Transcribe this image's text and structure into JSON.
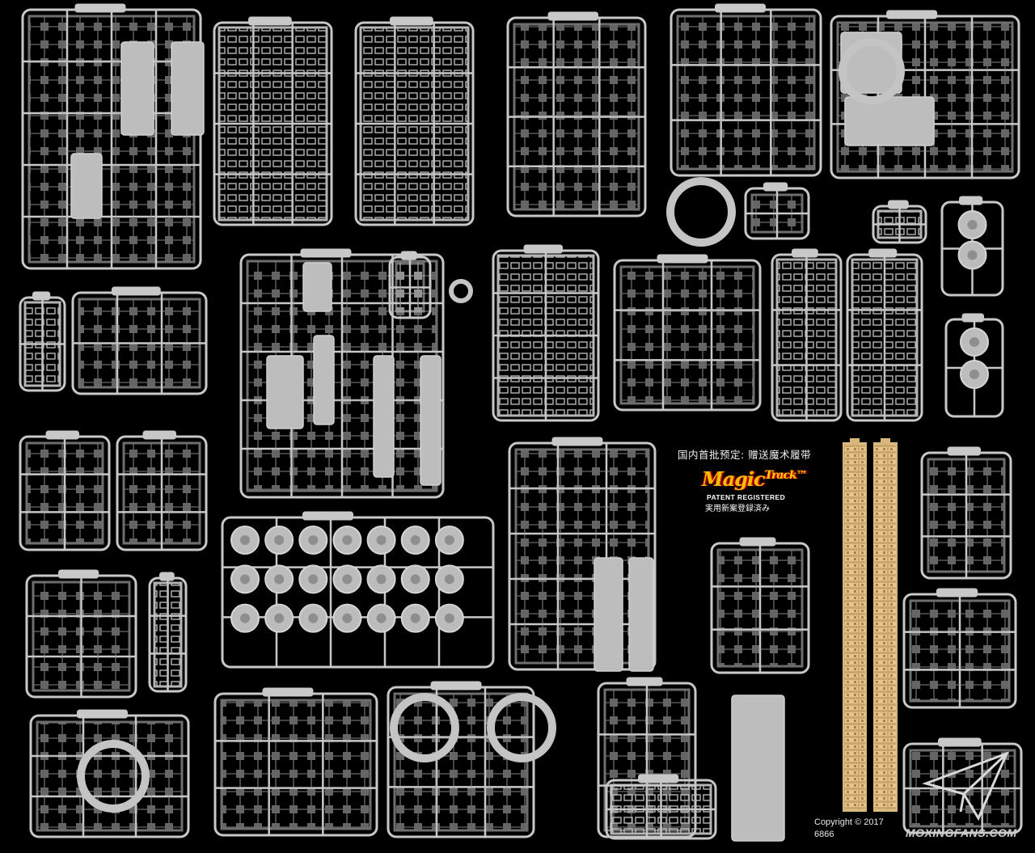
{
  "scene": {
    "subject": "Photograph of plastic model kit sprues (grey runners) laid out on black background, with two tan track runners",
    "background_color": "#000000",
    "sprue_color": "#c8c8c8",
    "track_color": "#d9b77c"
  },
  "promo": {
    "headline_cn": "国内首批预定: 赠送魔术履带",
    "logo_main": "Magic",
    "logo_sub": "Track",
    "logo_tm": "™",
    "patent": "PATENT REGISTERED",
    "patent_jp": "実用新案登録済み"
  },
  "footer": {
    "copyright": "Copyright © 2017",
    "code": "6866"
  },
  "watermark": {
    "text": "MOXINGFANS.COM",
    "icon": "paper-plane-icon"
  }
}
